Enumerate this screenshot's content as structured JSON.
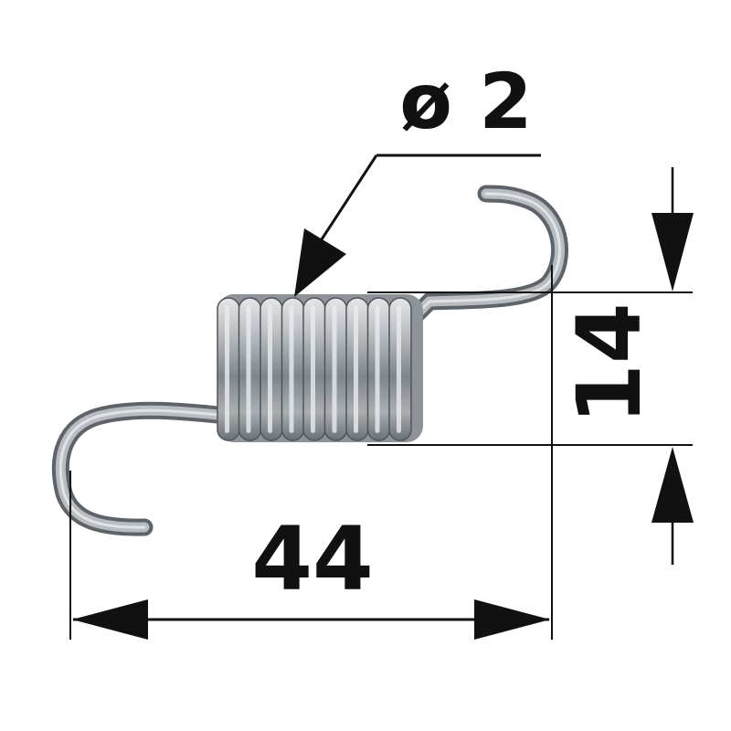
{
  "dimensions": {
    "wire_diameter_label": "ø 2",
    "length_label": "44",
    "height_label": "14"
  },
  "colors": {
    "ink": "#111111",
    "steel_light": "#d6d9dc",
    "steel_mid": "#9aa0a5",
    "steel_dark": "#5d6368",
    "background": "#ffffff"
  }
}
